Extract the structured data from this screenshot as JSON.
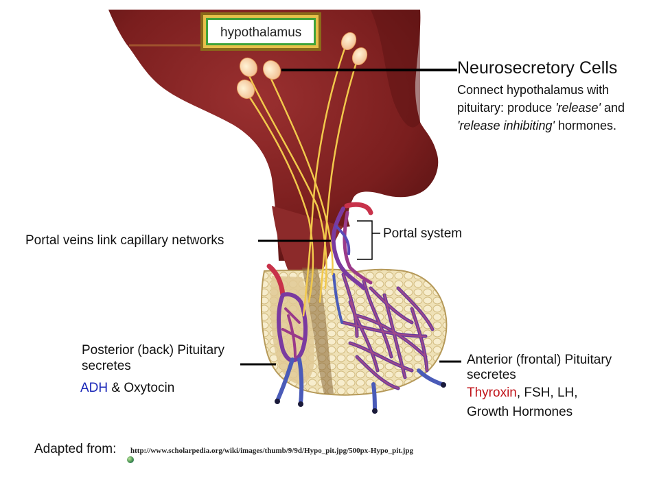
{
  "labels": {
    "hypothalamus": "hypothalamus",
    "neuro_title": "Neurosecretory Cells",
    "neuro_line1": "Connect hypothalamus with",
    "neuro_line2a": "pituitary: produce ",
    "neuro_line2b": "'release'",
    "neuro_line2c": " and",
    "neuro_line3a": "'release inhibiting'",
    "neuro_line3b": " hormones.",
    "portal_veins": "Portal veins link capillary networks",
    "portal_system": "Portal system",
    "posterior_line1": "Posterior (back) Pituitary",
    "posterior_line2": "secretes",
    "posterior_adh": "ADH",
    "posterior_rest": " & Oxytocin",
    "anterior_line1": "Anterior (frontal) Pituitary",
    "anterior_line2": "secretes",
    "anterior_thyroxin": "Thyroxin",
    "anterior_rest": ", FSH, LH,",
    "anterior_line4": "Growth Hormones",
    "adapted_from": "Adapted from:",
    "source_url": "http://www.scholarpedia.org/wiki/images/thumb/9/9d/Hypo_pit.jpg/500px-Hypo_pit.jpg"
  },
  "colors": {
    "brain": "#7a1e1e",
    "brain_dark": "#4e0f0f",
    "gland": "#e8d6a6",
    "vessel_red": "#c8324a",
    "vessel_blue": "#4a5bb8",
    "nerve": "#f2c94c",
    "emphasis_red": "#c0141a",
    "emphasis_blue": "#1a27b8"
  },
  "icons": [
    "globe-icon"
  ]
}
